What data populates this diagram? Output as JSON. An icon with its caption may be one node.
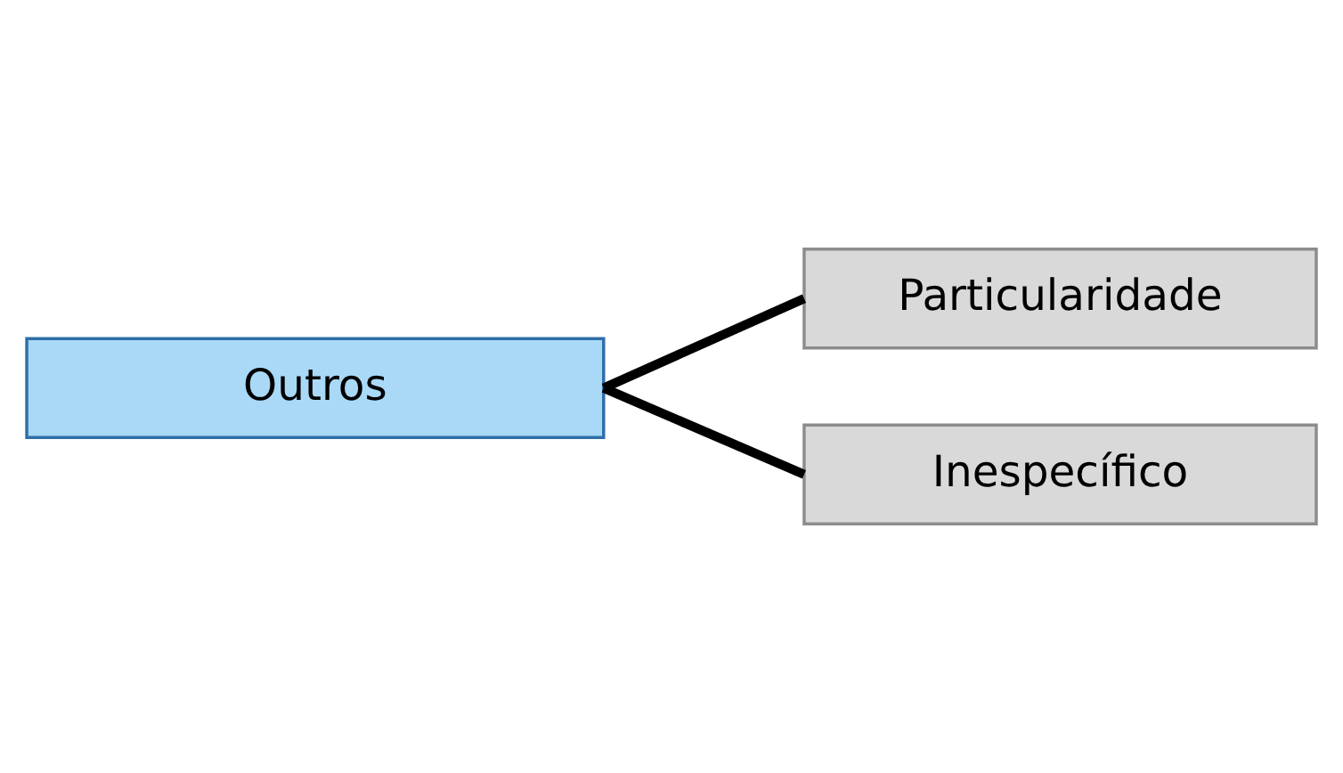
{
  "diagram": {
    "nodes": [
      {
        "text": [
          "Outros"
        ]
      },
      {
        "text": [
          "Particularidade"
        ]
      },
      {
        "text": [
          "Inespecífico"
        ]
      }
    ],
    "edges": [
      {
        "from": 0,
        "to": 1,
        "arrow": "none"
      },
      {
        "from": 0,
        "to": 2,
        "arrow": "none"
      }
    ]
  }
}
